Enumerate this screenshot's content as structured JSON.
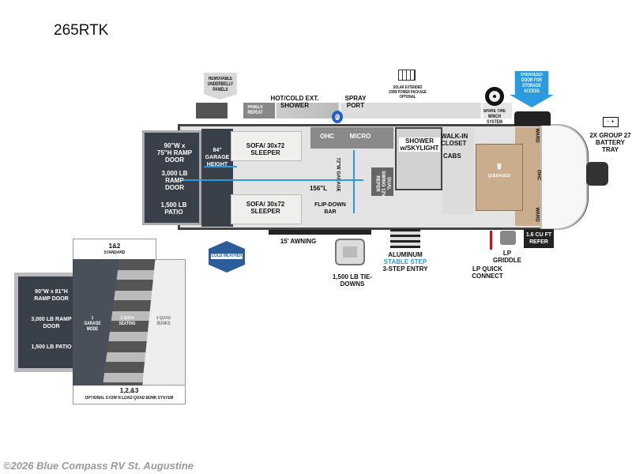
{
  "title": "265RTK",
  "top_labels": {
    "underbelly": "REMOVABLE UNDERBELLY PANELS",
    "panels_repeat": "PANELS REPEAT",
    "shower": "HOT/COLD EXT. SHOWER",
    "spray": "SPRAY PORT",
    "solar": "SOLAR EXTENDED 200W POWER PACKAGE OPTIONAL",
    "spare": "SPARE TIRE WINCH SYSTEM",
    "oversized": "OVERSIZED DOOR FOR STORAGE ACCESS",
    "battery": "2X GROUP 27 BATTERY TRAY"
  },
  "floorplan": {
    "ramp_size": "90\"W x 75\"H RAMP DOOR",
    "ramp_weight": "3,000 LB RAMP DOOR",
    "patio": "1,500 LB PATIO",
    "garage_height": "84\" GARAGE HEIGHT",
    "sofa_top": "SOFA/ 30x72 SLEEPER",
    "sofa_bottom": "SOFA/ 30x72 SLEEPER",
    "length": "156\"L",
    "width": "72\"W GARAGE",
    "ohc": "OHC",
    "micro": "MICRO",
    "flip_bar": "FLIP-DOWN BAR",
    "refer": "DUAL SWING 12V REFER",
    "shower_sky": "SHOWER w/SKYLIGHT",
    "closet": "WALK-IN CLOSET",
    "cabs": "CABS",
    "bed": "QUEEN BED",
    "ward": "WARD",
    "ohc2": "OHC",
    "cu_refer": "1.6 CU FT REFER"
  },
  "bottom_labels": {
    "awning": "15' AWNING",
    "cold": "COLD WEATHER",
    "tiedowns": "1,500 LB TIE-DOWNS",
    "step1": "ALUMINUM",
    "step2": "STABLE STEP",
    "step3": "3-STEP ENTRY",
    "lp_griddle": "LP GRIDDLE",
    "lp_connect": "LP QUICK CONNECT"
  },
  "inset": {
    "header_num": "1&2",
    "header_txt": "STANDARD",
    "ramp_size": "90\"W x 81\"H RAMP DOOR",
    "ramp_weight": "3,000 LB RAMP DOOR",
    "patio": "1,500 LB PATIO",
    "m1": "1 GARAGE MODE",
    "m2": "2 SOFA SEATING",
    "m3": "3 QUAD BUNKS",
    "footer_num": "1,2,&3",
    "footer_txt": "OPTIONAL STOW N LOAD QUAD BUNK SYSTEM"
  },
  "copyright": "©2026 Blue Compass RV St. Augustine",
  "colors": {
    "accent": "#2a9be0",
    "dark": "#3a404a",
    "wood": "#c9ad8c"
  }
}
